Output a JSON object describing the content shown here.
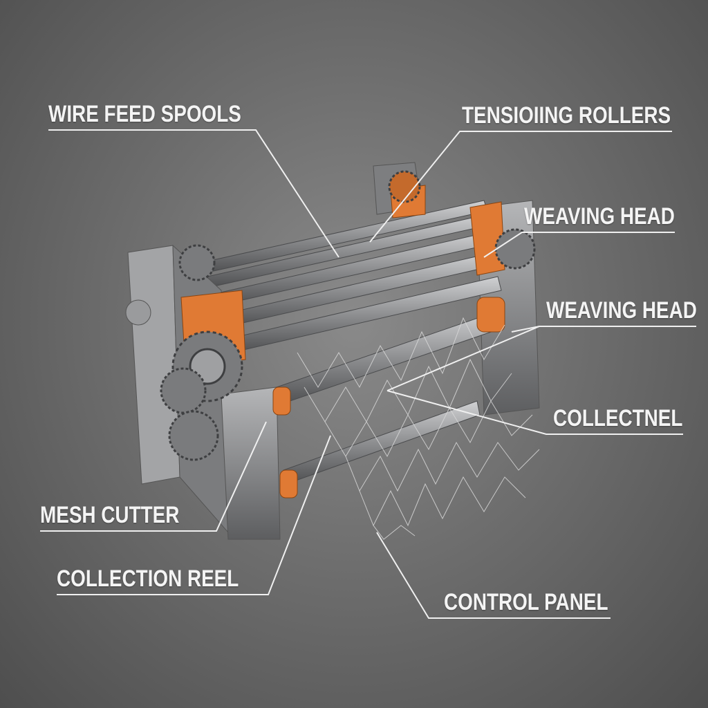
{
  "diagram": {
    "subject": "Wire mesh weaving machine (3D render on concrete background)",
    "labels": [
      {
        "id": "wire-feed-spools",
        "text": "WIRE FEED SPOOLS"
      },
      {
        "id": "tensioning-rollers",
        "text": "TENSIOIING ROLLERS"
      },
      {
        "id": "weaving-head-1",
        "text": "WEAVING HEAD"
      },
      {
        "id": "weaving-head-2",
        "text": "WEAVING HEAD"
      },
      {
        "id": "collectnel",
        "text": "COLLECTNEL"
      },
      {
        "id": "mesh-cutter",
        "text": "MESH CUTTER"
      },
      {
        "id": "collection-reel",
        "text": "COLLECTION REEL"
      },
      {
        "id": "control-panel",
        "text": "CONTROL PANEL"
      }
    ],
    "colors": {
      "background": "#707070",
      "machine_steel": "#8c8d8f",
      "accent_orange": "#e07a34",
      "label_text": "#f4f4f4",
      "leader_line": "#f0f0f0"
    }
  }
}
